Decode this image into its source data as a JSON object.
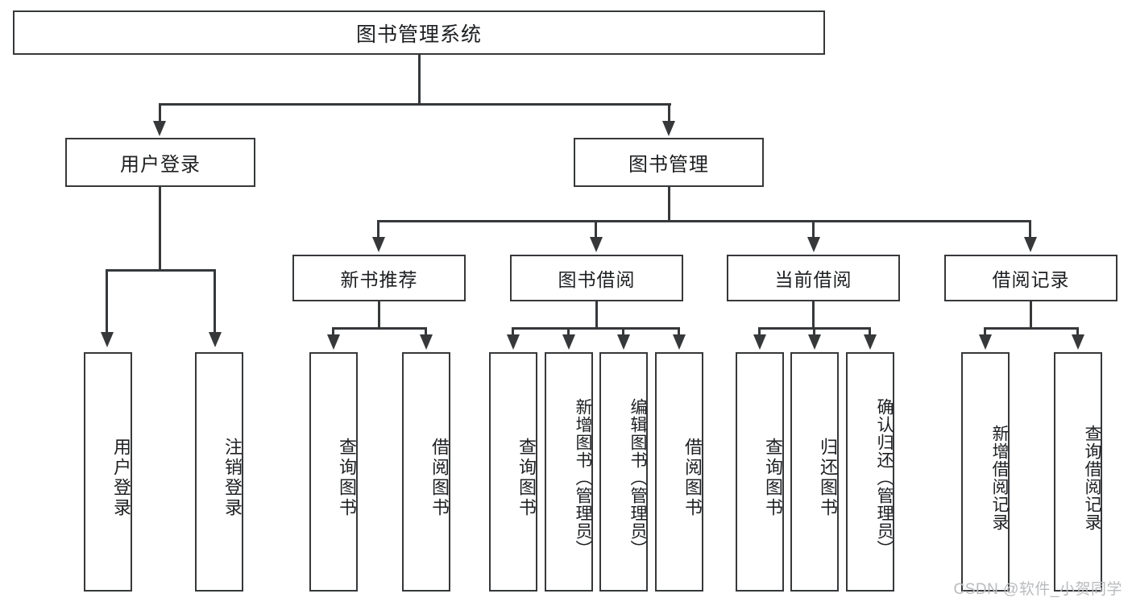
{
  "diagram": {
    "title": "图书管理系统",
    "type": "tree-hierarchy-chart",
    "root": {
      "label": "图书管理系统"
    },
    "level2": [
      {
        "label": "用户登录"
      },
      {
        "label": "图书管理"
      }
    ],
    "level3": [
      {
        "label": "新书推荐"
      },
      {
        "label": "图书借阅"
      },
      {
        "label": "当前借阅"
      },
      {
        "label": "借阅记录"
      }
    ],
    "leaves": {
      "user_login": [
        {
          "label": "用户登录"
        },
        {
          "label": "注销登录"
        }
      ],
      "new_book_recommend": [
        {
          "label": "查询图书"
        },
        {
          "label": "借阅图书"
        }
      ],
      "book_borrow": [
        {
          "label": "查询图书"
        },
        {
          "label": "新增图书（管理员）"
        },
        {
          "label": "编辑图书（管理员）"
        },
        {
          "label": "借阅图书"
        }
      ],
      "current_borrow": [
        {
          "label": "查询图书"
        },
        {
          "label": "归还图书"
        },
        {
          "label": "确认归还（管理员）"
        }
      ],
      "borrow_record": [
        {
          "label": "新增借阅记录"
        },
        {
          "label": "查询借阅记录"
        }
      ]
    }
  },
  "watermark": {
    "text": "CSDN @软件_小贺同学"
  },
  "colors": {
    "stroke": "#36383a",
    "fill": "#ffffff",
    "text": "#1d1f21",
    "watermark": "#b9bbbd"
  }
}
